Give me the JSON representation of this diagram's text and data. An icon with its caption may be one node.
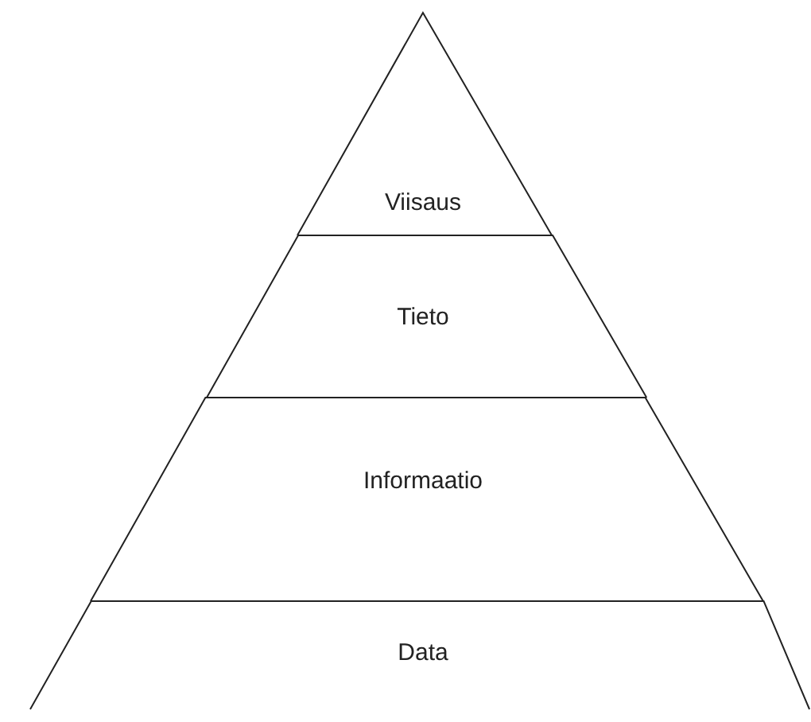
{
  "diagram": {
    "nodes": [
      {
        "text": [
          "Viisaus"
        ]
      },
      {
        "text": [
          "Tieto"
        ]
      },
      {
        "text": [
          "Informaatio"
        ]
      },
      {
        "text": [
          "Data"
        ]
      }
    ],
    "edges": []
  }
}
